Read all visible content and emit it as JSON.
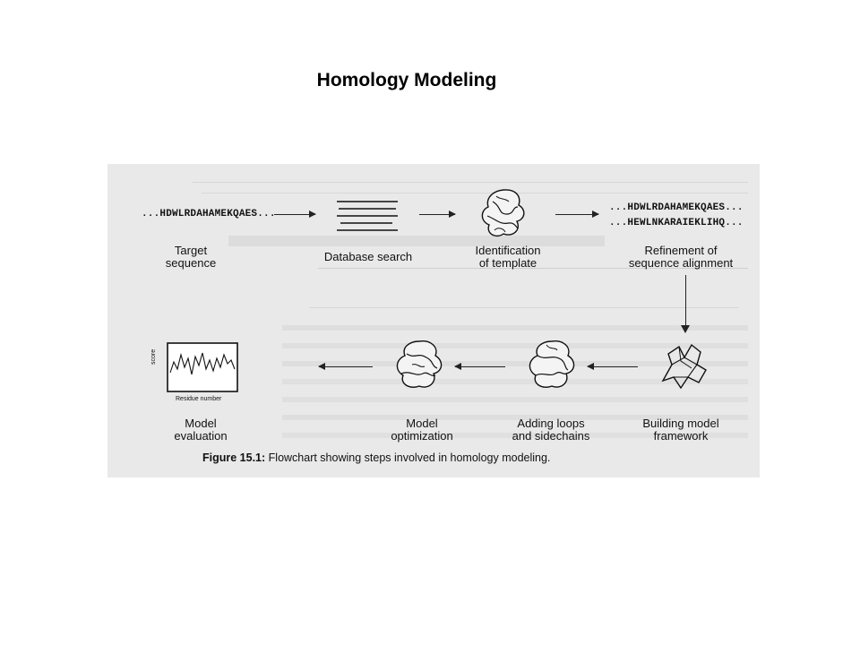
{
  "slide": {
    "title": "Homology Modeling"
  },
  "figure": {
    "sequences": {
      "target": "...HDWLRDAHAMEKQAES...",
      "aligned_top": "...HDWLRDAHAMEKQAES...",
      "aligned_bottom": "...HEWLNKARAIEKLIHQ..."
    },
    "steps": {
      "target_l1": "Target",
      "target_l2": "sequence",
      "database": "Database search",
      "identification_l1": "Identification",
      "identification_l2": "of template",
      "refinement_l1": "Refinement of",
      "refinement_l2": "sequence alignment",
      "building_l1": "Building model",
      "building_l2": "framework",
      "loops_l1": "Adding loops",
      "loops_l2": "and sidechains",
      "optimization_l1": "Model",
      "optimization_l2": "optimization",
      "evaluation_l1": "Model",
      "evaluation_l2": "evaluation"
    },
    "plot": {
      "ylabel": "score",
      "xlabel": "Residue number"
    },
    "caption": {
      "label": "Figure 15.1:",
      "text": "Flowchart showing steps involved in homology modeling."
    }
  }
}
